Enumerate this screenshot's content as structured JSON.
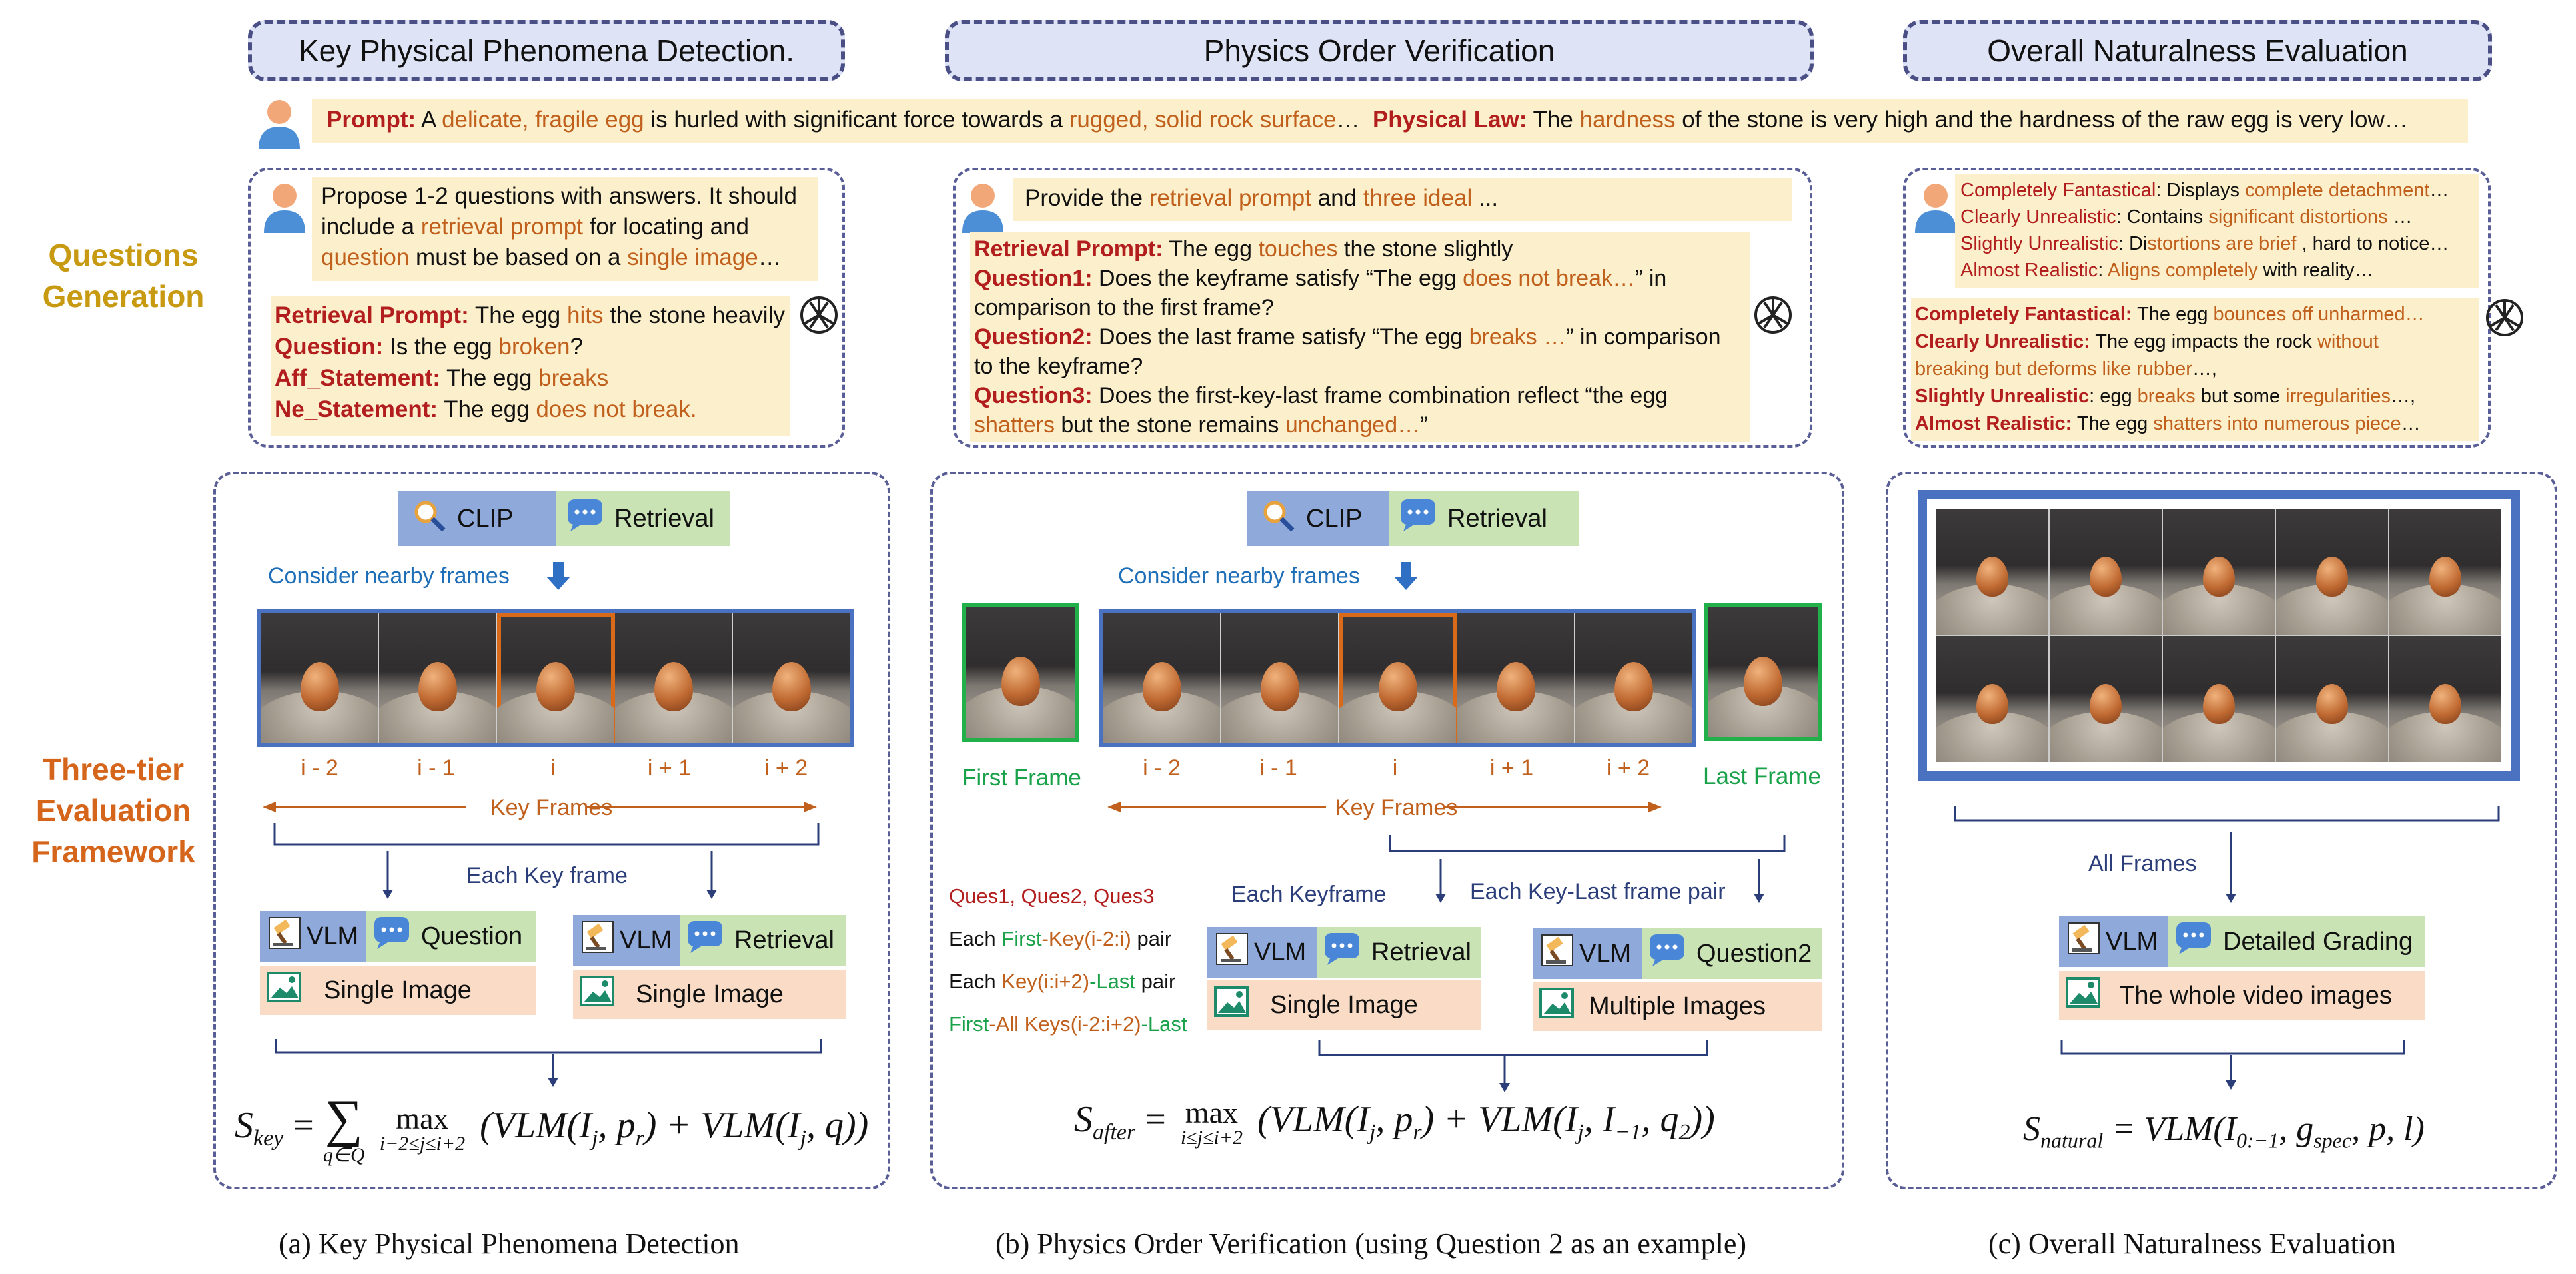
{
  "headers": {
    "a": "Key Physical Phenomena Detection.",
    "b": "Physics Order Verification",
    "c": "Overall Naturalness Evaluation"
  },
  "prompt_bar": {
    "prompt_label": "Prompt:",
    "p1": " A ",
    "p2": "delicate, fragile egg",
    "p3": " is hurled with significant force towards a ",
    "p4": "rugged, solid rock surface",
    "p5": "…",
    "law_label": "Physical Law:",
    "l1": " The ",
    "l2": "hardness",
    "l3": " of the stone is very high and the hardness of the raw egg is very low…"
  },
  "side_labels": {
    "questions_generation": [
      "Questions",
      "Generation"
    ],
    "three_tier": [
      "Three-tier",
      "Evaluation",
      "Framework"
    ]
  },
  "qa": {
    "user": {
      "l1": "Propose 1-2 questions with answers. It should",
      "l2a": "include a ",
      "l2b": "retrieval prompt",
      "l2c": " for locating and",
      "l3a": "question",
      "l3b": " must be based on a ",
      "l3c": "single image",
      "l3d": "…"
    },
    "answer": {
      "rp_label": "Retrieval Prompt:",
      "rp1": " The egg ",
      "rp2": "hits",
      "rp3": " the stone heavily",
      "q_label": "Question:",
      "q1": " Is the egg ",
      "q2": "broken",
      "q3": "?",
      "aff_label": "Aff_Statement:",
      "aff1": " The egg ",
      "aff2": "breaks",
      "ne_label": "Ne_Statement:",
      "ne1": " The egg ",
      "ne2": "does not break."
    }
  },
  "qb": {
    "user": {
      "a": "Provide the ",
      "b": "retrieval prompt",
      "c": " and ",
      "d": "three ideal",
      "e": " ..."
    },
    "answer": {
      "rp_label": "Retrieval Prompt:",
      "rp1": " The egg ",
      "rp2": "touches",
      "rp3": " the stone slightly",
      "q1_label": "Question1:",
      "q1a": " Does the keyframe satisfy “The egg ",
      "q1b": "does not break…",
      "q1c": "” in",
      "q1d": "comparison to the first frame?",
      "q2_label": "Question2:",
      "q2a": " Does the last frame satisfy “The egg ",
      "q2b": "breaks …",
      "q2c": "” in comparison",
      "q2d": "to the keyframe?",
      "q3_label": "Question3:",
      "q3a": " Does the first-key-last frame combination reflect “the egg",
      "q3b": "shatters",
      "q3c": " but the stone remains ",
      "q3d": "unchanged…",
      "q3e": "”"
    }
  },
  "qc": {
    "user": {
      "cf": "Completely Fantastical",
      "cf1": ": Displays ",
      "cf2": "complete detachment",
      "cf3": "…",
      "cu": "Clearly Unrealistic",
      "cu1": ": Contains ",
      "cu2": "significant distortions",
      "cu3": " …",
      "su": "Slightly Unrealistic",
      "su1": ": Di",
      "su2": "stortions are brief",
      "su3": " , hard to notice…",
      "ar": "Almost Realistic",
      "ar1": ": ",
      "ar2": "Aligns completely",
      "ar3": " with reality…"
    },
    "answer": {
      "cf": "Completely Fantastical:",
      "cf1": " The egg ",
      "cf2": "bounces off unharmed…",
      "cu": "Clearly  Unrealistic:",
      "cu1": "  The  egg  impacts  the  rock  ",
      "cu2": "without",
      "cu3": "breaking but deforms like rubber",
      "cu4": "…,",
      "su": "Slightly Unrealistic",
      "su1": ": egg ",
      "su2": "breaks",
      "su3": " but some ",
      "su4": "irregularities",
      "su5": "…,",
      "ar": "Almost Realistic:",
      "ar1": " The egg ",
      "ar2": "shatters into numerous piece",
      "ar3": "…"
    }
  },
  "panel_a": {
    "clip": "CLIP",
    "retrieval": "Retrieval",
    "nearby": "Consider nearby frames",
    "frame_labels": [
      "i - 2",
      "i - 1",
      "i",
      "i + 1",
      "i + 2"
    ],
    "key_frames": "Key Frames",
    "each_key_frame": "Each Key frame",
    "vlm": "VLM",
    "question": "Question",
    "single_image": "Single Image",
    "retrieval2": "Retrieval",
    "single_image2": "Single Image",
    "formula": {
      "s": "S",
      "sub": "key",
      "eq": " = ",
      "sum_under": "q∈Q",
      "max_under": "i−2≤j≤i+2",
      "body": "(VLM(I",
      "j": "j",
      "pr": ", p",
      "r": "r",
      "mid": ") + VLM(I",
      "q": ", q))"
    }
  },
  "panel_b": {
    "clip": "CLIP",
    "retrieval": "Retrieval",
    "nearby": "Consider nearby frames",
    "first_frame": "First Frame",
    "last_frame": "Last Frame",
    "frame_labels": [
      "i - 2",
      "i - 1",
      "i",
      "i + 1",
      "i + 2"
    ],
    "key_frames": "Key Frames",
    "ques": "Ques1, Ques2, Ques3",
    "each1a": "Each  ",
    "each1b": "First",
    "each1c": "-Key(i-2:i)",
    "each1d": " pair",
    "each2a": "Each ",
    "each2b": "Key(i:i+2)",
    "each2c": "-Last",
    "each2d": " pair",
    "each3a": "First",
    "each3b": "-All Keys(i-2:i+2)",
    "each3c": "-Last",
    "each_keyframe": "Each Keyframe",
    "each_key_last": "Each Key-Last frame pair",
    "vlm": "VLM",
    "retrieval2": "Retrieval",
    "single_image": "Single Image",
    "question2": "Question2",
    "multiple_images": "Multiple Images",
    "formula": {
      "s": "S",
      "sub": "after",
      "eq": " = ",
      "max_under": "i≤j≤i+2",
      "body": "(VLM(I",
      "j": "j",
      "pr": ", p",
      "r": "r",
      "mid": ") + VLM(I",
      "j2": "j",
      "rest": ", I",
      "m1": "−1",
      "q": ", q",
      "two": "2",
      "end": "))"
    }
  },
  "panel_c": {
    "all_frames": "All Frames",
    "vlm": "VLM",
    "detailed_grading": "Detailed Grading",
    "whole_video": "The whole video images",
    "formula": {
      "s": "S",
      "sub": "natural",
      "eq": " = VLM(I",
      "r": "0:−1",
      "g": ", g",
      "gs": "spec",
      "end": ", p, l)"
    }
  },
  "captions": {
    "a": "(a) Key Physical Phenomena Detection",
    "b": "(b) Physics Order Verification (using Question 2 as an example)",
    "c": "(c) Overall Naturalness Evaluation"
  },
  "colors": {
    "accent_red": "#b21e1e",
    "accent_orange": "#c0601c",
    "header_bg": "#dfe3f6",
    "cream": "#fcf0cc"
  }
}
